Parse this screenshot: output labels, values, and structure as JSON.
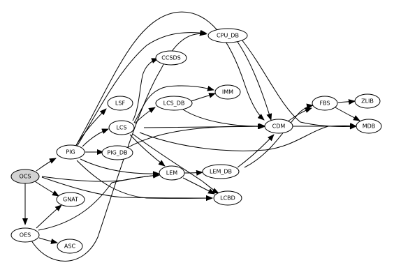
{
  "colors": {
    "node_fill": "#ffffff",
    "highlight_fill": "#d3d3d3",
    "stroke": "#000000"
  },
  "nodes": {
    "ocs": {
      "label": "OCS",
      "highlighted": true
    },
    "oes": {
      "label": "OES"
    },
    "asc": {
      "label": "ASC"
    },
    "gnat": {
      "label": "GNAT"
    },
    "pig": {
      "label": "PIG"
    },
    "pig_db": {
      "label": "PIG_DB"
    },
    "lsf": {
      "label": "LSF"
    },
    "lcs": {
      "label": "LCS"
    },
    "ccsds": {
      "label": "CCSDS"
    },
    "lcs_db": {
      "label": "LCS_DB"
    },
    "imm": {
      "label": "IMM"
    },
    "cpu_db": {
      "label": "CPU_DB"
    },
    "lem": {
      "label": "LEM"
    },
    "lem_db": {
      "label": "LEM_DB"
    },
    "lcbd": {
      "label": "LCBD"
    },
    "cdm": {
      "label": "CDM"
    },
    "fbs": {
      "label": "FBS"
    },
    "zlib": {
      "label": "ZLIB"
    },
    "mdb": {
      "label": "MDB"
    }
  },
  "edges": [
    [
      "ocs",
      "pig"
    ],
    [
      "ocs",
      "gnat"
    ],
    [
      "ocs",
      "oes"
    ],
    [
      "ocs",
      "lem"
    ],
    [
      "ocs",
      "lcbd"
    ],
    [
      "oes",
      "gnat"
    ],
    [
      "oes",
      "asc"
    ],
    [
      "oes",
      "lem"
    ],
    [
      "oes",
      "cpu_db"
    ],
    [
      "pig",
      "lsf"
    ],
    [
      "pig",
      "lcs"
    ],
    [
      "pig",
      "pig_db"
    ],
    [
      "pig",
      "lem"
    ],
    [
      "pig",
      "lcbd"
    ],
    [
      "pig",
      "cpu_db"
    ],
    [
      "pig",
      "cdm"
    ],
    [
      "pig_db",
      "cdm"
    ],
    [
      "lcs",
      "ccsds"
    ],
    [
      "lcs",
      "lcs_db"
    ],
    [
      "lcs",
      "imm"
    ],
    [
      "lcs",
      "cdm"
    ],
    [
      "lcs",
      "lem"
    ],
    [
      "lcs",
      "lcbd"
    ],
    [
      "lcs",
      "mdb"
    ],
    [
      "lcs_db",
      "imm"
    ],
    [
      "lcs_db",
      "cdm"
    ],
    [
      "cpu_db",
      "cdm"
    ],
    [
      "cpu_db",
      "mdb"
    ],
    [
      "lem",
      "lem_db"
    ],
    [
      "lem",
      "lcbd"
    ],
    [
      "lem_db",
      "cdm"
    ],
    [
      "lem_db",
      "fbs"
    ],
    [
      "cdm",
      "fbs"
    ],
    [
      "cdm",
      "mdb"
    ],
    [
      "fbs",
      "zlib"
    ],
    [
      "fbs",
      "mdb"
    ]
  ]
}
